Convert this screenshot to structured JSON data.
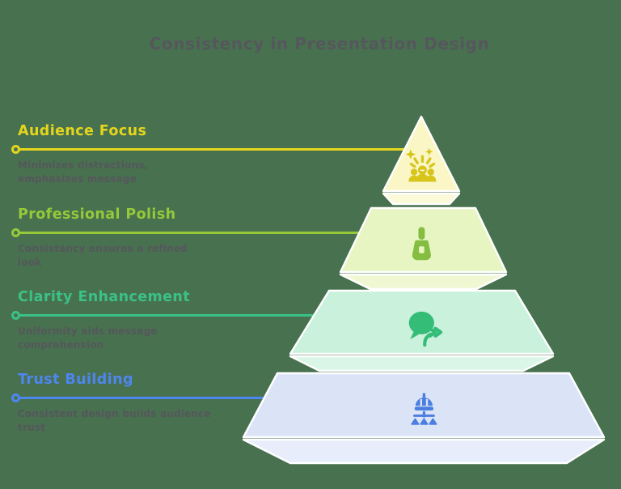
{
  "title": "Consistency in Presentation Design",
  "canvas": {
    "background": "#48714f",
    "title_color": "#56575d",
    "description_color": "#55575c",
    "segment_border_color": "#ffffff"
  },
  "levels": [
    {
      "name": "Audience Focus",
      "description": "Minimizes distractions, emphasizes message",
      "accent": "#e4d51d",
      "fill": "#faf6c6",
      "fill_side": "#fcf9d9",
      "icon_color": "#d7c51c",
      "icon": "audience-sparkle-icon"
    },
    {
      "name": "Professional Polish",
      "description": "Consistancy ensures a refined look",
      "accent": "#95c93a",
      "fill": "#e7f5c2",
      "fill_side": "#eff8d3",
      "icon_color": "#84bd40",
      "icon": "polish-bottle-icon"
    },
    {
      "name": "Clarity Enhancement",
      "description": "Uniformity aids message comprehension",
      "accent": "#3bc186",
      "fill": "#c9f1db",
      "fill_side": "#daf6e7",
      "icon_color": "#34bd77",
      "icon": "speech-arrow-icon"
    },
    {
      "name": "Trust Building",
      "description": "Consistent design builds audience trust",
      "accent": "#4e86f0",
      "fill": "#dbe4f7",
      "fill_side": "#e7edfa",
      "icon_color": "#4c7ee0",
      "icon": "hierarchy-dome-icon"
    }
  ]
}
